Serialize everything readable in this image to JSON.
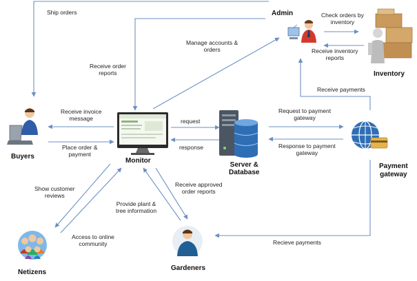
{
  "nodes": {
    "admin": "Admin",
    "inventory": "Inventory",
    "buyers": "Buyers",
    "monitor": "Monitor",
    "server": "Server &\nDatabase",
    "payment": "Payment\ngateway",
    "netizens": "Netizens",
    "gardeners": "Gardeners"
  },
  "edges": {
    "ship_orders": "Ship orders",
    "check_orders": "Check orders by\ninventory",
    "receive_inventory": "Receive inventory\nreports",
    "manage_accounts": "Manage accounts &\norders",
    "receive_order_reports": "Receive order\nreports",
    "receive_payments_top": "Receive payments",
    "receive_invoice": "Receive invoice\nmessage",
    "place_order": "Place order &\npayment",
    "request": "request",
    "response": "response",
    "request_payment": "Request to payment\ngateway",
    "response_payment": "Response to payment\ngateway",
    "show_reviews": "Show customer\nreviews",
    "access_community": "Access to online\ncommunity",
    "provide_info": "Provide plant &\ntree information",
    "receive_approved": "Receive approved\norder reports",
    "recieve_payments_bottom": "Recieve payments"
  },
  "colors": {
    "arrow": "#6b8fc4",
    "text": "#222222"
  }
}
